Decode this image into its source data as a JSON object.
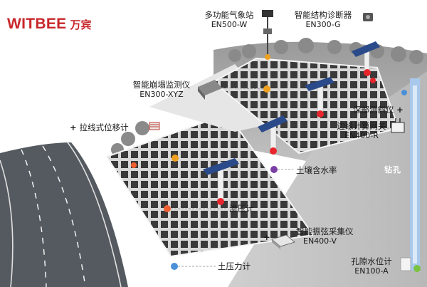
{
  "brand": {
    "name_en": "WITBEE",
    "name_cn": "万宾",
    "color": "#c8262a"
  },
  "devices": {
    "weather_station": {
      "name": "多功能气象站",
      "code": "EN500-W",
      "icon": "weather-station-icon"
    },
    "structure_diagnoser": {
      "name": "智能结构诊断器",
      "code": "EN300-G",
      "icon": "structure-diagnoser-icon"
    },
    "collapse_monitor": {
      "name": "智能崩塌监测仪",
      "code": "EN300-XYZ",
      "icon": "collapse-monitor-icon"
    },
    "deep_inclinometer": {
      "name": "深部测斜仪",
      "icon": "inclinometer-icon"
    },
    "edge_gateway": {
      "name": "边缘计算网关",
      "code": "EN400-R",
      "icon": "gateway-icon"
    },
    "wire_displacement": {
      "name": "拉线式位移计",
      "icon": "displacement-meter-icon"
    },
    "soil_moisture": {
      "name": "土壤含水率",
      "icon": "soil-moisture-sensor-icon"
    },
    "osmometer": {
      "name": "渗压计",
      "icon": "osmometer-icon"
    },
    "vibrating_collector": {
      "name": "智能振弦采集仪",
      "code": "EN400-V",
      "icon": "vibrating-wire-collector-icon"
    },
    "earth_pressure": {
      "name": "土压力计",
      "icon": "earth-pressure-cell-icon"
    },
    "pore_water_meter": {
      "name": "孔隙水位计",
      "code": "EN100-A",
      "icon": "water-level-meter-icon"
    }
  },
  "borehole_label": "钻孔",
  "colors": {
    "sensor_red": "#e8252c",
    "sensor_orange": "#f0a020",
    "sensor_purple": "#7b3fa8",
    "sensor_blue": "#4a90d9",
    "sensor_green": "#7cc242",
    "panel_blue": "#2a4a8a",
    "borehole_blue": "#a8c8ec"
  }
}
